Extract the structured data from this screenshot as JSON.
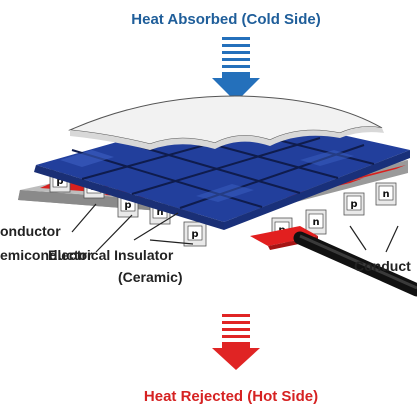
{
  "title_top": "Heat Absorbed (Cold Side)",
  "title_bottom": "Heat Rejected (Hot Side)",
  "labels": {
    "conductor_left": "onductor",
    "semiconductor_left": "emiconductor",
    "insulator_line1": "Electrical Insulator",
    "insulator_line2": "(Ceramic)",
    "conductor_right": "Conduct"
  },
  "pellet_types": {
    "p": "p",
    "n": "n"
  },
  "colors": {
    "cold_side": "#1f6fb4",
    "hot_side": "#e02020",
    "top_plate_blue": "#2a4aa8",
    "ceramic": "#a9a9a9",
    "title_blue": "#1f5e9a",
    "title_red": "#d62222"
  },
  "icons": {
    "cold_arrow": "arrow-down-blue-striped",
    "hot_arrow": "arrow-down-red-striped"
  }
}
